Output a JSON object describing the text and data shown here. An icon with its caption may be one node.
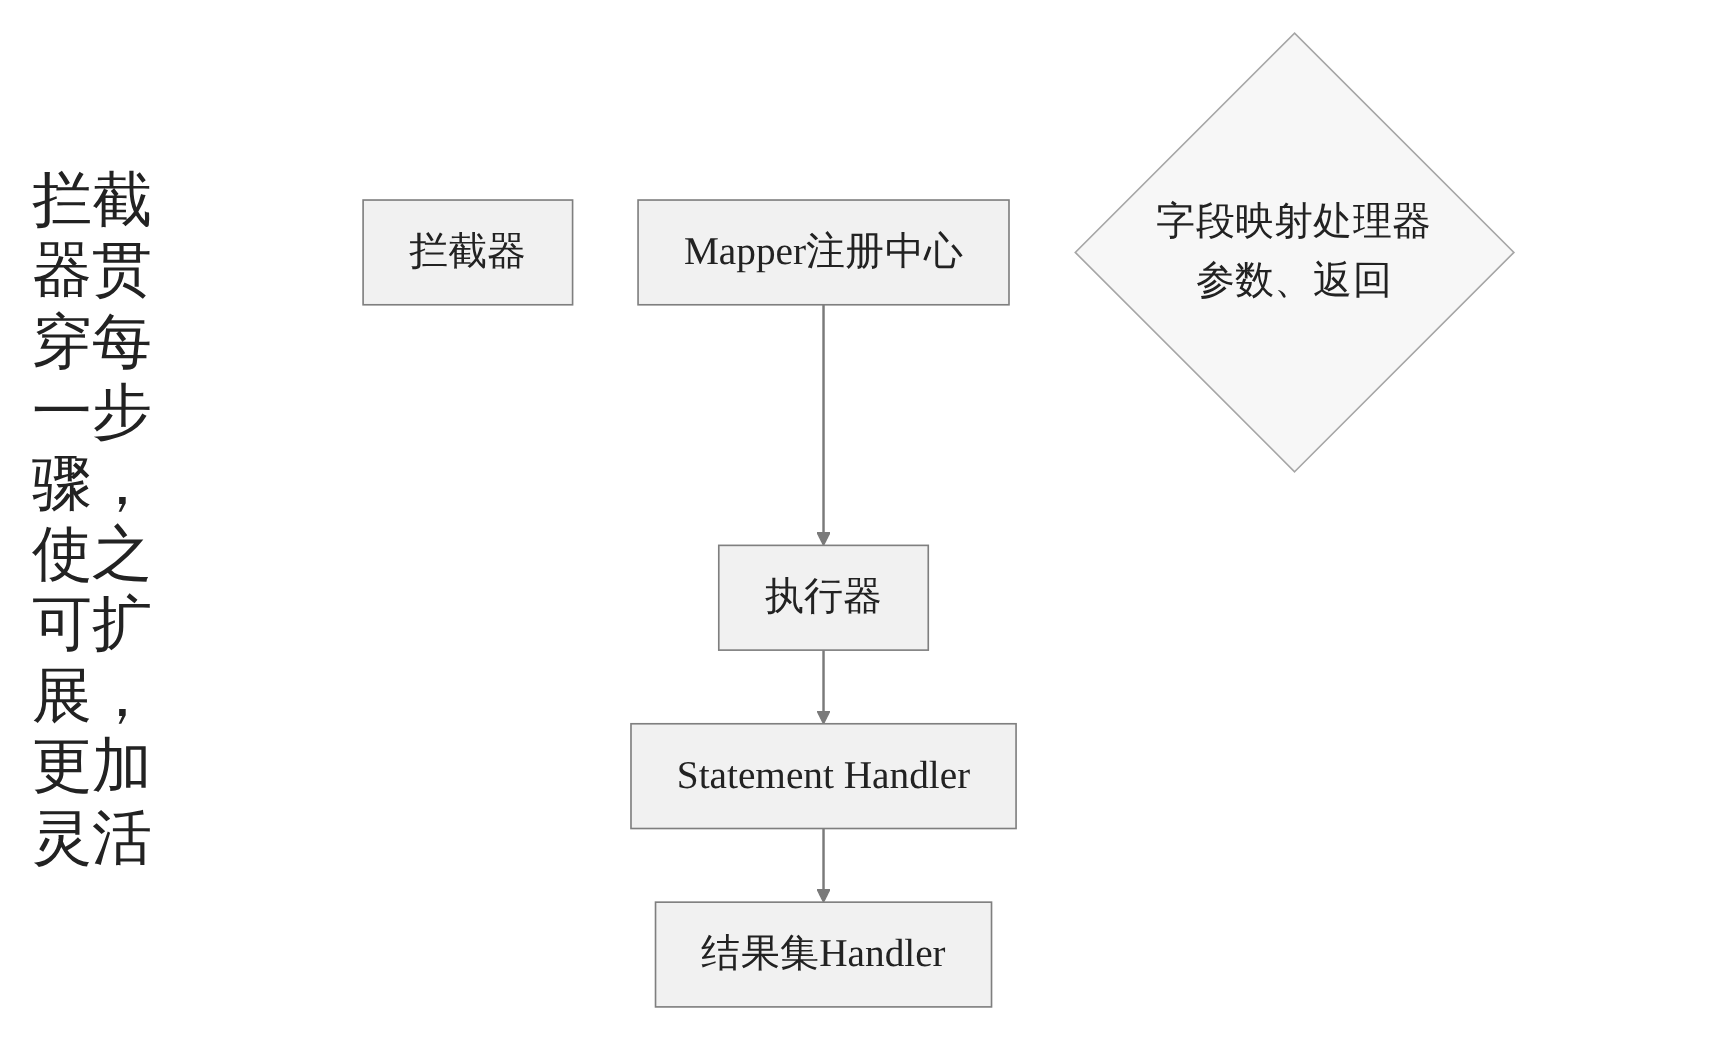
{
  "diagram": {
    "nodes": [
      {
        "text": [
          "拦截器"
        ]
      },
      {
        "text": [
          "Mapper注册中心"
        ]
      },
      {
        "text": [
          "执行器"
        ]
      },
      {
        "text": [
          "Statement Handler"
        ]
      },
      {
        "text": [
          "结果集Handler"
        ]
      },
      {
        "text": [
          "字段映射处理器",
          "参数、返回"
        ]
      }
    ],
    "edges": [
      {
        "from": 1,
        "to": 2,
        "arrow": "to"
      },
      {
        "from": 2,
        "to": 3,
        "arrow": "to"
      },
      {
        "from": 3,
        "to": 4,
        "arrow": "to"
      }
    ],
    "labels": [
      "拦截器贯穿每一步骤，使之可扩展，更加灵活"
    ]
  }
}
